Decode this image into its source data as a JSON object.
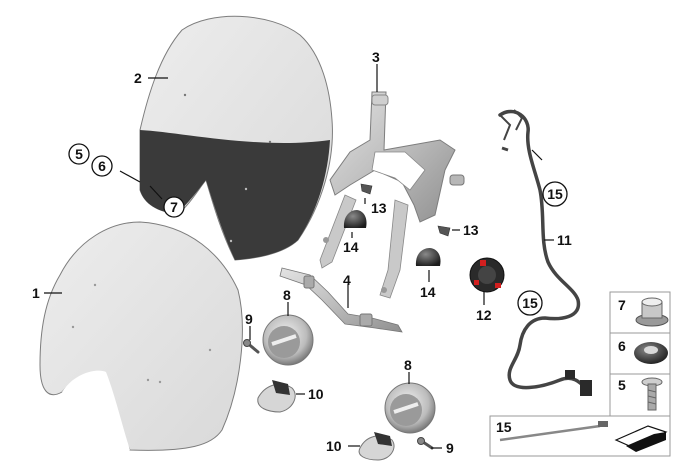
{
  "diagram": {
    "labels": {
      "l1": "1",
      "l2": "2",
      "l3": "3",
      "l4": "4",
      "l5": "5",
      "l6": "6",
      "l7": "7",
      "l8a": "8",
      "l8b": "8",
      "l9a": "9",
      "l9b": "9",
      "l10a": "10",
      "l10b": "10",
      "l11": "11",
      "l12": "12",
      "l13a": "13",
      "l13b": "13",
      "l14a": "14",
      "l14b": "14",
      "l15a": "15",
      "l15b": "15"
    },
    "legend": {
      "k7": "7",
      "k6": "6",
      "k5": "5",
      "k15": "15"
    }
  }
}
